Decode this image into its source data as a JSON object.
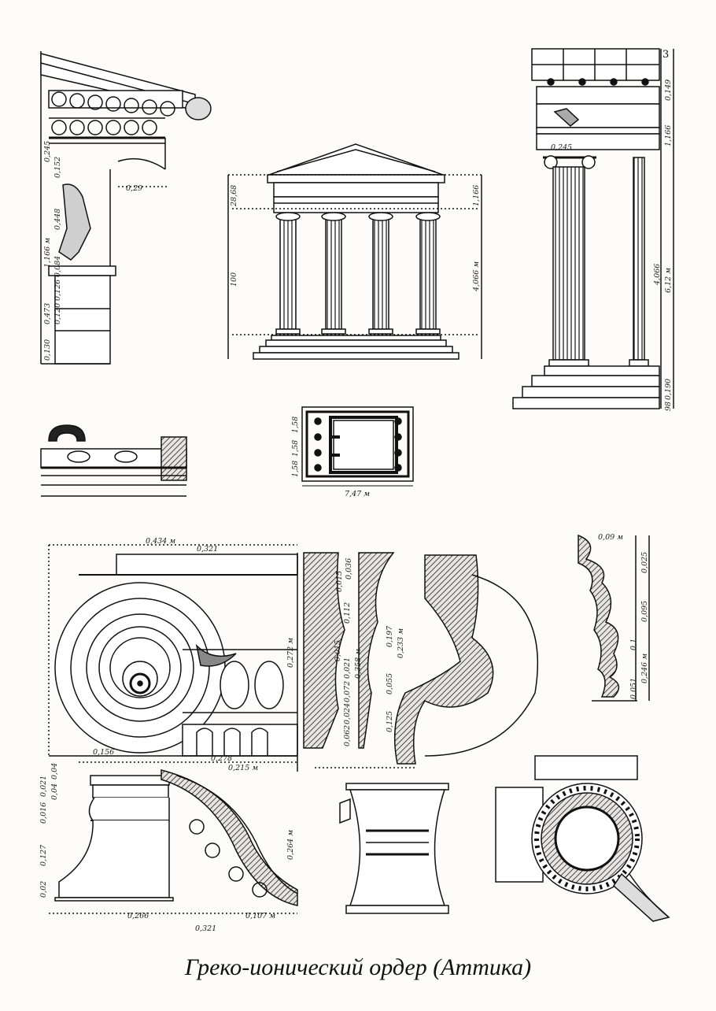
{
  "caption": "Греко-ионический ордер (Аттика)",
  "plate_number": "3",
  "colors": {
    "ink": "#111111",
    "paper": "#fdfcfa",
    "hatch": "#3a3a3a"
  },
  "labels": {
    "entablature_detail": [
      "0,245",
      "0,152",
      "0,29",
      "0,448",
      "1,166 м",
      "0,473",
      "0,126",
      "0,084",
      "0,130",
      "0,120"
    ],
    "temple_front": [
      "28,68",
      "1,166",
      "100",
      "4,066 м"
    ],
    "column_elevation": [
      "0,149",
      "1,166",
      "0,245",
      "4,066",
      "6,12 м",
      "0,190",
      "98"
    ],
    "plan": [
      "1,58",
      "1,58",
      "1,58",
      "7,47 м"
    ],
    "capital_front": [
      "0,434 м",
      "0,321",
      "0,272 м",
      "0,156",
      "0,278",
      "0,215 м"
    ],
    "capital_section": [
      "0,036",
      "0,015",
      "0,112",
      "0,015",
      "0,021",
      "0,358 м",
      "0,072",
      "0,197",
      "0,233 м",
      "0,055",
      "0,024",
      "0,062",
      "0,125"
    ],
    "molding_profile": [
      "0,09 м",
      "0,025",
      "0,095",
      "0,1",
      "0,246 м",
      "0,051"
    ],
    "base_detail": [
      "0,04",
      "0,021",
      "0,04",
      "0,016",
      "0,127",
      "0,02",
      "0,264 м",
      "0,266",
      "0,107 м",
      "0,321"
    ]
  }
}
